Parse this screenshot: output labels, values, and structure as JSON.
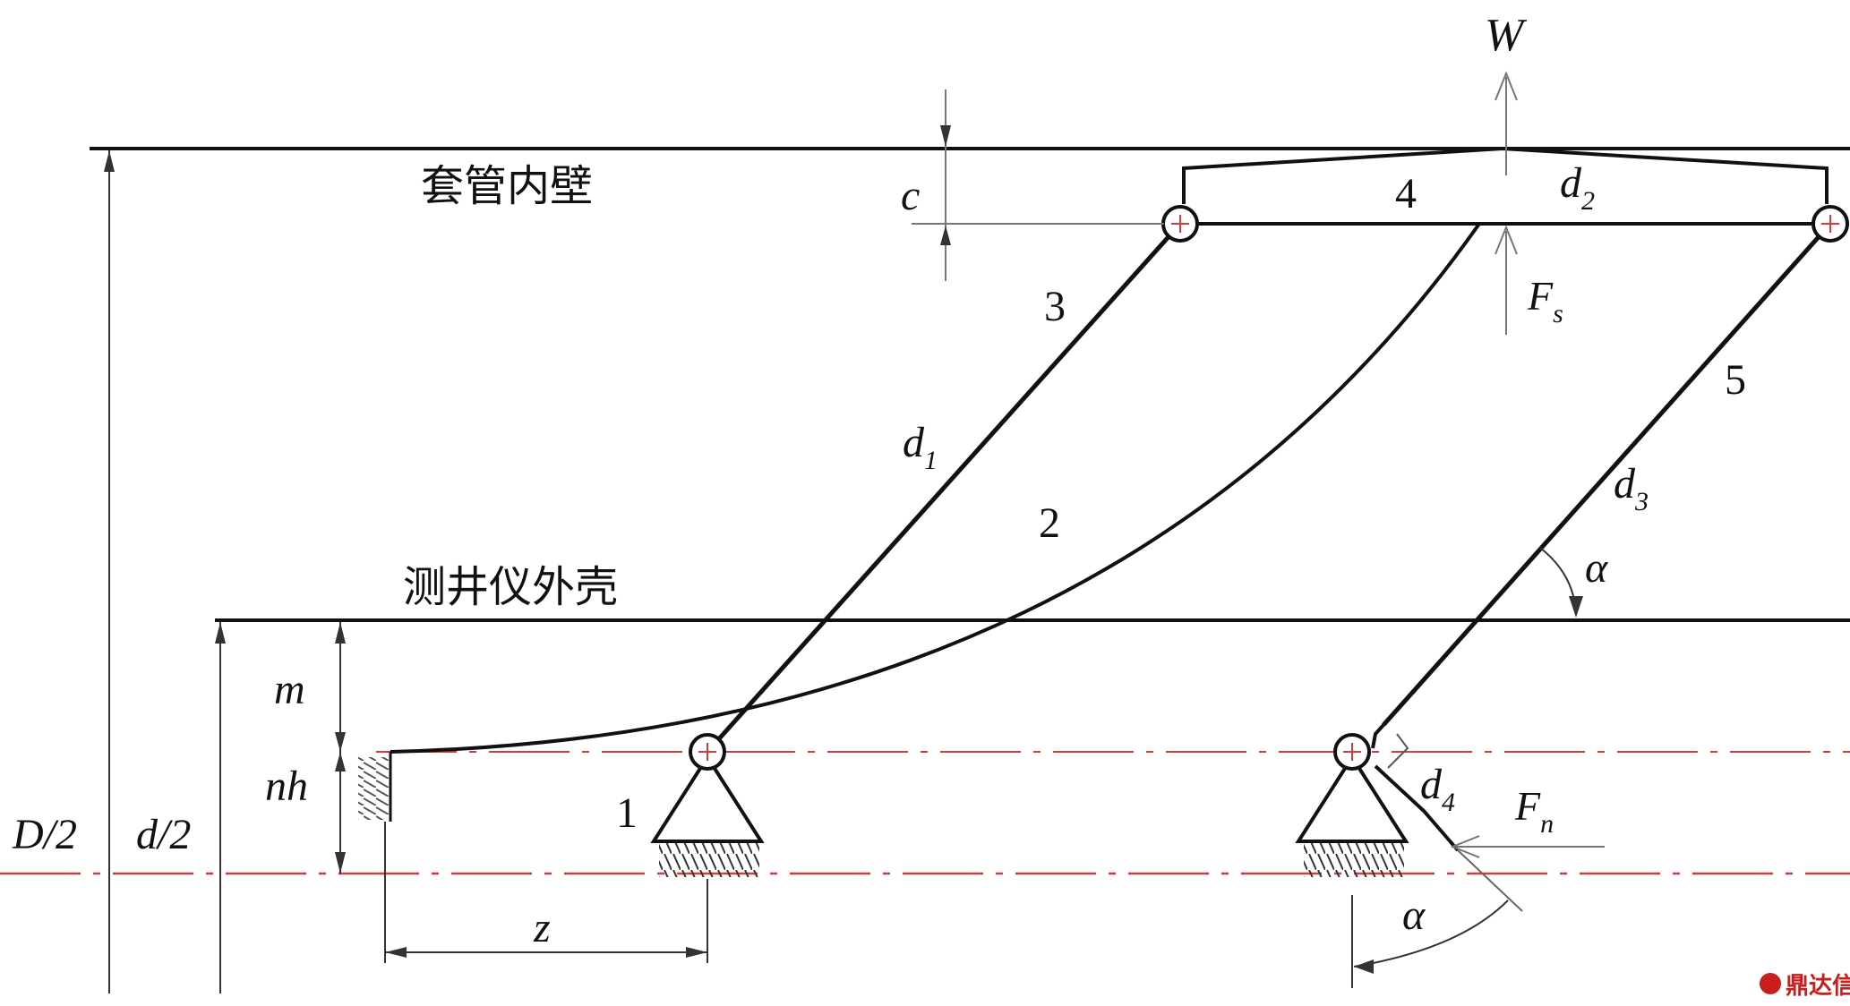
{
  "labels": {
    "casing_wall": "套管内壁",
    "logging_tool_shell": "测井仪外壳",
    "W": "W",
    "c": "c",
    "d2_main": "d",
    "d2_sub": "2",
    "d1_main": "d",
    "d1_sub": "1",
    "d3_main": "d",
    "d3_sub": "3",
    "d4_main": "d",
    "d4_sub": "4",
    "Fs_main": "F",
    "Fs_sub": "s",
    "Fn_main": "F",
    "Fn_sub": "n",
    "alpha_upper": "α",
    "alpha_lower": "α",
    "m": "m",
    "nh": "nh",
    "D_half": "D/2",
    "d_half": "d/2",
    "z": "z",
    "part_1": "1",
    "part_2": "2",
    "part_3": "3",
    "part_4": "4",
    "part_5": "5"
  },
  "watermark": {
    "text": "鼎达信",
    "icon": "logo-icon"
  },
  "colors": {
    "line": "#111111",
    "centerline": "#d23c3c",
    "grey": "#666666"
  }
}
